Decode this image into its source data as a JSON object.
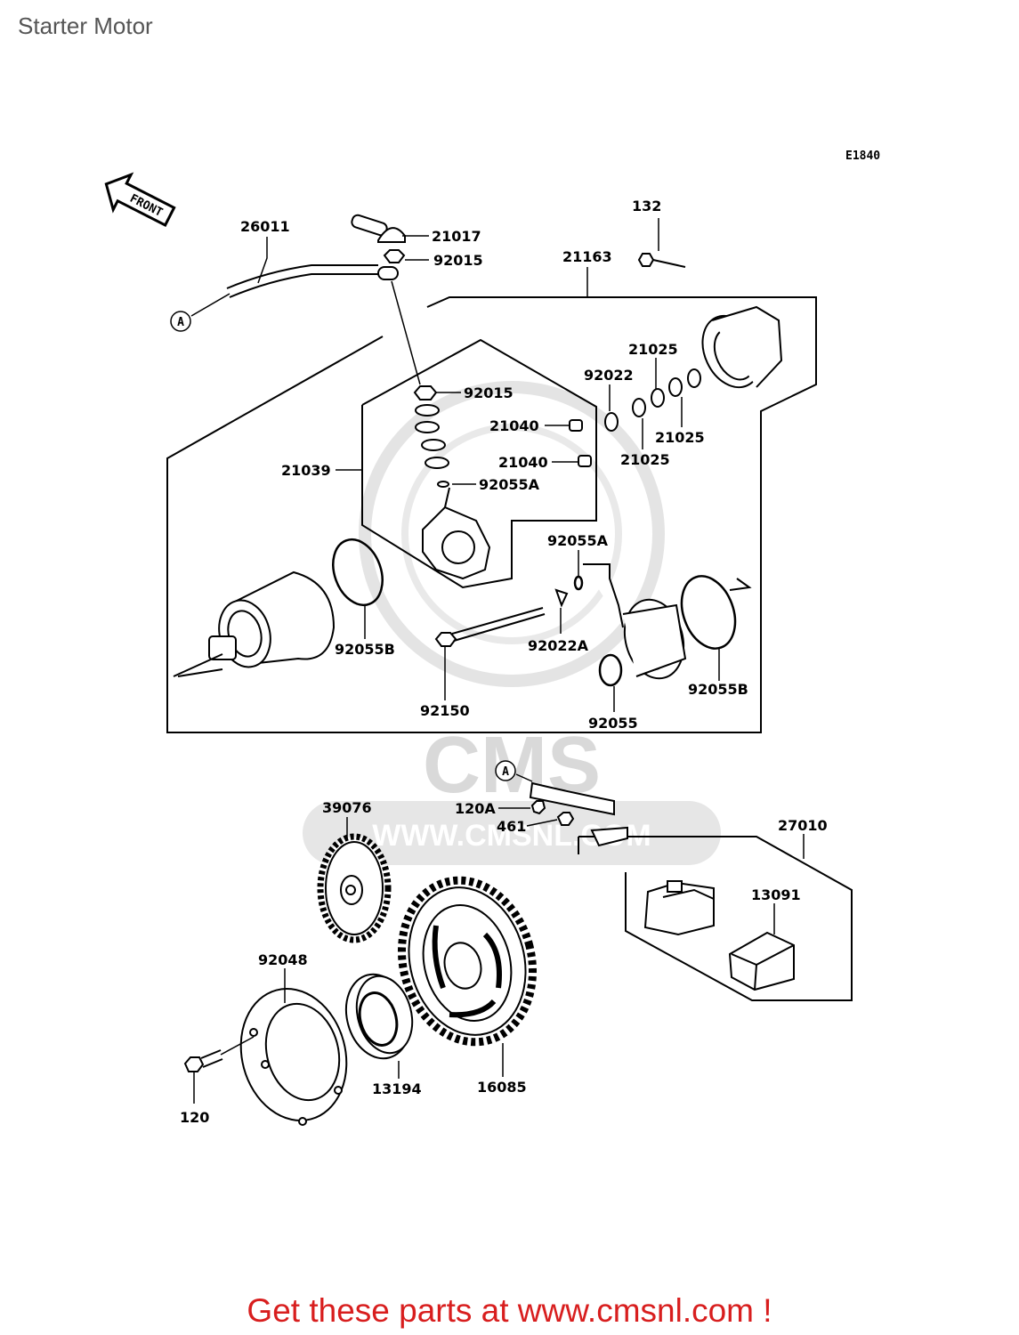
{
  "page": {
    "title": "Starter Motor",
    "diagram_ref": "E1840",
    "front_label": "FRONT",
    "watermark_logo": "CMS",
    "watermark_url": "WWW.CMSNL.COM",
    "footer_text": "Get these parts at www.cmsnl.com !"
  },
  "callouts": [
    {
      "id": "A"
    },
    {
      "id": "A"
    }
  ],
  "parts": [
    {
      "number": "26011"
    },
    {
      "number": "21017"
    },
    {
      "number": "92015"
    },
    {
      "number": "132"
    },
    {
      "number": "21163"
    },
    {
      "number": "92015"
    },
    {
      "number": "21025"
    },
    {
      "number": "92022"
    },
    {
      "number": "21040"
    },
    {
      "number": "21025"
    },
    {
      "number": "21040"
    },
    {
      "number": "21025"
    },
    {
      "number": "21039"
    },
    {
      "number": "92055A"
    },
    {
      "number": "92055A"
    },
    {
      "number": "92055B"
    },
    {
      "number": "92022A"
    },
    {
      "number": "92055B"
    },
    {
      "number": "92150"
    },
    {
      "number": "92055"
    },
    {
      "number": "39076"
    },
    {
      "number": "120A"
    },
    {
      "number": "461"
    },
    {
      "number": "27010"
    },
    {
      "number": "13091"
    },
    {
      "number": "92048"
    },
    {
      "number": "13194"
    },
    {
      "number": "16085"
    },
    {
      "number": "120"
    }
  ],
  "colors": {
    "line": "#000000",
    "watermark": "#d9d9d9",
    "footer": "#d81e1e",
    "title": "#555555"
  }
}
